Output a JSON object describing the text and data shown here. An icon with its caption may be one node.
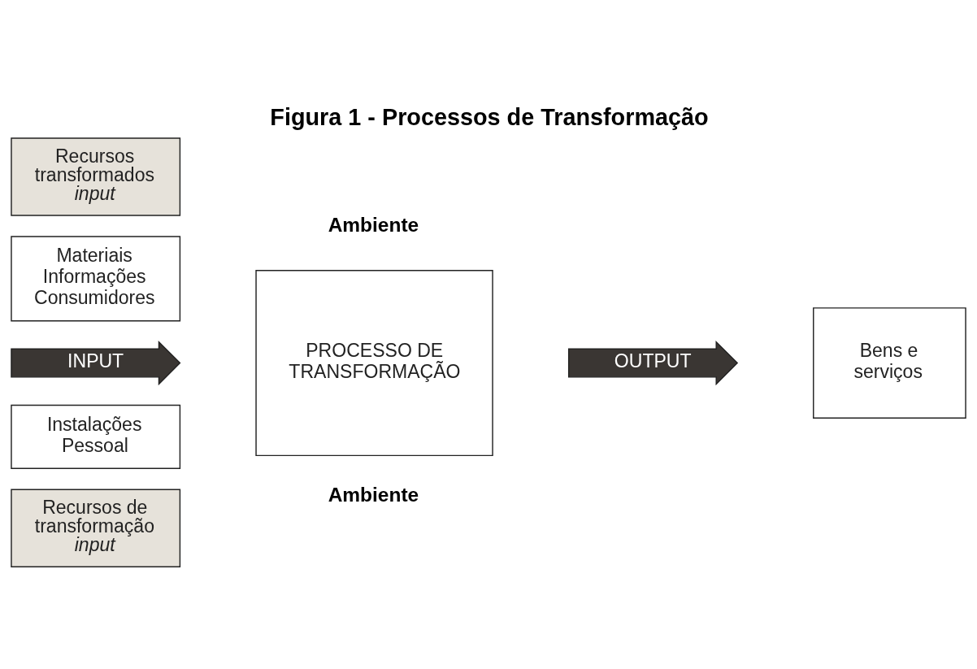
{
  "diagram": {
    "title": "Figura 1 - Processos de Transformação",
    "nodes": [
      {
        "text": [
          "Recursos transformados",
          "input"
        ]
      },
      {
        "text": [
          "Materiais Informações Consumidores"
        ]
      },
      {
        "text": [
          "INPUT"
        ]
      },
      {
        "text": [
          "PROCESSO DE TRANSFORMAÇÃO"
        ]
      },
      {
        "text": [
          "OUTPUT"
        ]
      },
      {
        "text": [
          "Bens e serviços"
        ]
      },
      {
        "text": [
          "Instalações Pessoal"
        ]
      },
      {
        "text": [
          "Recursos de transformação",
          "input"
        ]
      }
    ],
    "labels": [
      "Ambiente",
      "Ambiente"
    ]
  }
}
